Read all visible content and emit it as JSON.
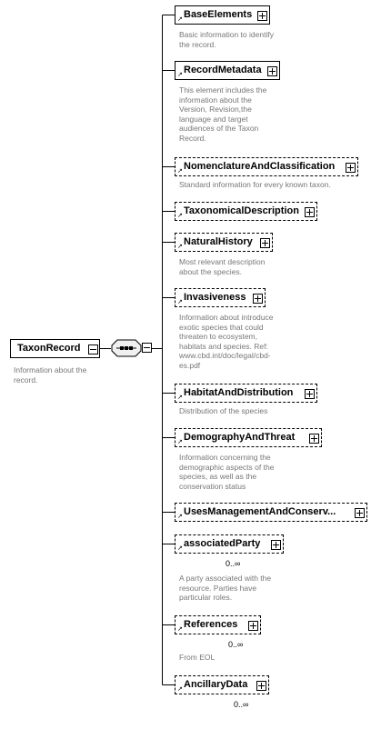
{
  "root": {
    "label": "TaxonRecord",
    "description": "Information about the record."
  },
  "children": [
    {
      "label": "BaseElements",
      "description": "Basic information to identify the record.",
      "cardinality": ""
    },
    {
      "label": "RecordMetadata",
      "description": "This element includes the information about the Version, Revision,the language and target audiences of the Taxon Record.",
      "cardinality": ""
    },
    {
      "label": "NomenclatureAndClassification",
      "description": "Standard information for every known taxon.",
      "cardinality": ""
    },
    {
      "label": "TaxonomicalDescription",
      "description": "",
      "cardinality": ""
    },
    {
      "label": "NaturalHistory",
      "description": "Most relevant description about the species.",
      "cardinality": ""
    },
    {
      "label": "Invasiveness",
      "description": "Information about introduce exotic species that could threaten to ecosystem, habitats and species. Ref: www.cbd.int/doc/legal/cbd-es.pdf",
      "cardinality": ""
    },
    {
      "label": "HabitatAndDistribution",
      "description": "Distribution of the species",
      "cardinality": ""
    },
    {
      "label": "DemographyAndThreat",
      "description": "Information concerning the demographic aspects of the species, as well as the conservation status",
      "cardinality": ""
    },
    {
      "label": "UsesManagementAndConserv...",
      "description": "",
      "cardinality": ""
    },
    {
      "label": "associatedParty",
      "description": "A party associated with the resource. Parties have particular roles.",
      "cardinality": "0..∞"
    },
    {
      "label": "References",
      "description": "From EOL",
      "cardinality": "0..∞"
    },
    {
      "label": "AncillaryData",
      "description": "",
      "cardinality": "0..∞"
    }
  ]
}
